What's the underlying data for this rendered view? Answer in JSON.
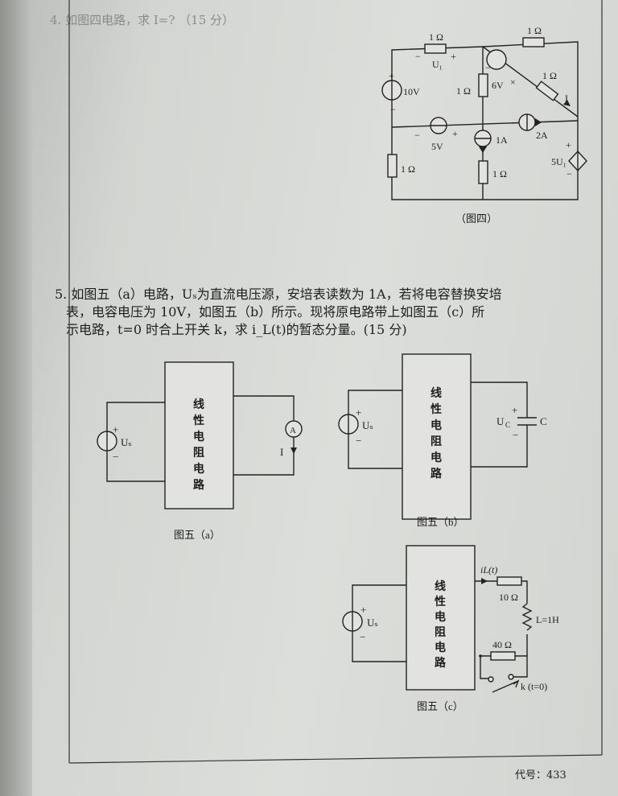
{
  "question4": {
    "number": "4.",
    "text": "如图四电路，求 I=? （15 分）",
    "figure": {
      "caption": "（图四）",
      "labels": {
        "r_top_left": "1 Ω",
        "r_top_right": "1 Ω",
        "u1_minus": "−",
        "u1": "U₁",
        "u1_plus": "+",
        "v10": "10V",
        "v10_plus": "+",
        "v10_minus": "−",
        "r_mid": "1 Ω",
        "v6": "6V",
        "v6_minus": "−",
        "v6_plus": "×",
        "r_diag": "1 Ω",
        "current_I": "I",
        "v5": "5V",
        "v5_minus": "−",
        "v5_plus": "+",
        "a2": "2A",
        "a1": "1A",
        "r_bottom_left": "1 Ω",
        "r_bottom_mid": "1 Ω",
        "dep": "5U₁",
        "dep_plus": "+",
        "dep_minus": "−"
      }
    }
  },
  "question5": {
    "number": "5.",
    "line1": "如图五（a）电路，Uₛ为直流电压源，安培表读数为 1A，若将电容替换安培",
    "line2": "表，电容电压为 10V，如图五（b）所示。现将原电路带上如图五（c）所",
    "line3": "示电路，t=0 时合上开关 k，求 i_L(t)的暂态分量。(15 分)",
    "box_text": [
      "线",
      "性",
      "电",
      "阻",
      "电",
      "路"
    ],
    "fig_a": {
      "caption": "图五（a）",
      "source": "Uₛ",
      "plus": "+",
      "minus": "−",
      "ammeter": "A",
      "current": "I"
    },
    "fig_b": {
      "caption": "图五（b）",
      "source": "Uₛ",
      "plus": "+",
      "minus": "−",
      "uc": "U",
      "uc_sub": "C",
      "cap": "C",
      "cap_plus": "+",
      "cap_minus": "−"
    },
    "fig_c": {
      "caption": "图五（c）",
      "source": "Uₛ",
      "plus": "+",
      "minus": "−",
      "il": "iL(t)",
      "r10": "10 Ω",
      "inductor": "L=1H",
      "r40": "40 Ω",
      "switch": "k (t=0)"
    }
  },
  "footer": {
    "code": "代号：433"
  }
}
